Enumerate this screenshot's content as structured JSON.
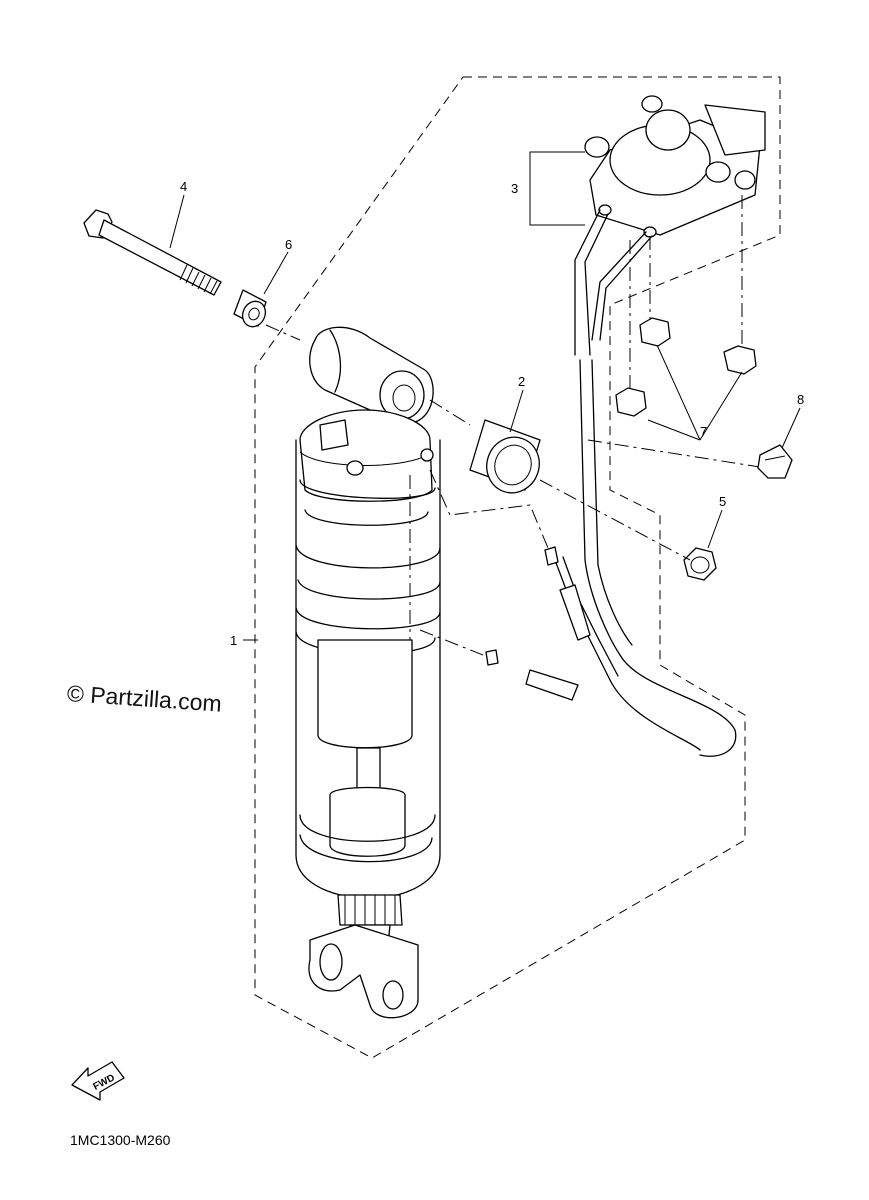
{
  "callouts": [
    {
      "id": "1",
      "label": "1"
    },
    {
      "id": "2",
      "label": "2"
    },
    {
      "id": "3",
      "label": "3"
    },
    {
      "id": "4",
      "label": "4"
    },
    {
      "id": "5",
      "label": "5"
    },
    {
      "id": "6",
      "label": "6"
    },
    {
      "id": "7",
      "label": "7"
    },
    {
      "id": "8",
      "label": "8"
    }
  ],
  "watermark": "© Partzilla.com",
  "fwd_label": "FWD",
  "diagram_code": "1MC1300-M260"
}
